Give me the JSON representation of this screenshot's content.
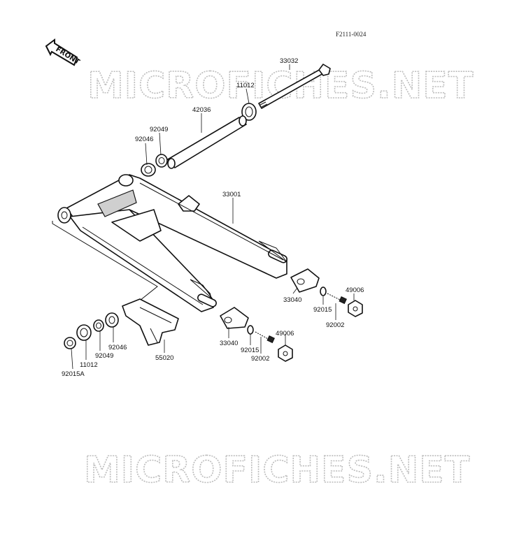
{
  "diagram": {
    "code": "F2111-0024",
    "front_label": "FRONT",
    "watermark": "MICROFICHES.NET",
    "parts": [
      {
        "id": "p33032",
        "label": "33032"
      },
      {
        "id": "p11012a",
        "label": "11012"
      },
      {
        "id": "p42036",
        "label": "42036"
      },
      {
        "id": "p92049a",
        "label": "92049"
      },
      {
        "id": "p92046a",
        "label": "92046"
      },
      {
        "id": "p33001",
        "label": "33001"
      },
      {
        "id": "p49006a",
        "label": "49006"
      },
      {
        "id": "p33040a",
        "label": "33040"
      },
      {
        "id": "p92015a",
        "label": "92015"
      },
      {
        "id": "p92002a",
        "label": "92002"
      },
      {
        "id": "p92046b",
        "label": "92046"
      },
      {
        "id": "p92049b",
        "label": "92049"
      },
      {
        "id": "p11012b",
        "label": "11012"
      },
      {
        "id": "p92015A",
        "label": "92015A"
      },
      {
        "id": "p55020",
        "label": "55020"
      },
      {
        "id": "p33040b",
        "label": "33040"
      },
      {
        "id": "p49006b",
        "label": "49006"
      },
      {
        "id": "p92015b",
        "label": "92015"
      },
      {
        "id": "p92002b",
        "label": "92002"
      }
    ]
  }
}
